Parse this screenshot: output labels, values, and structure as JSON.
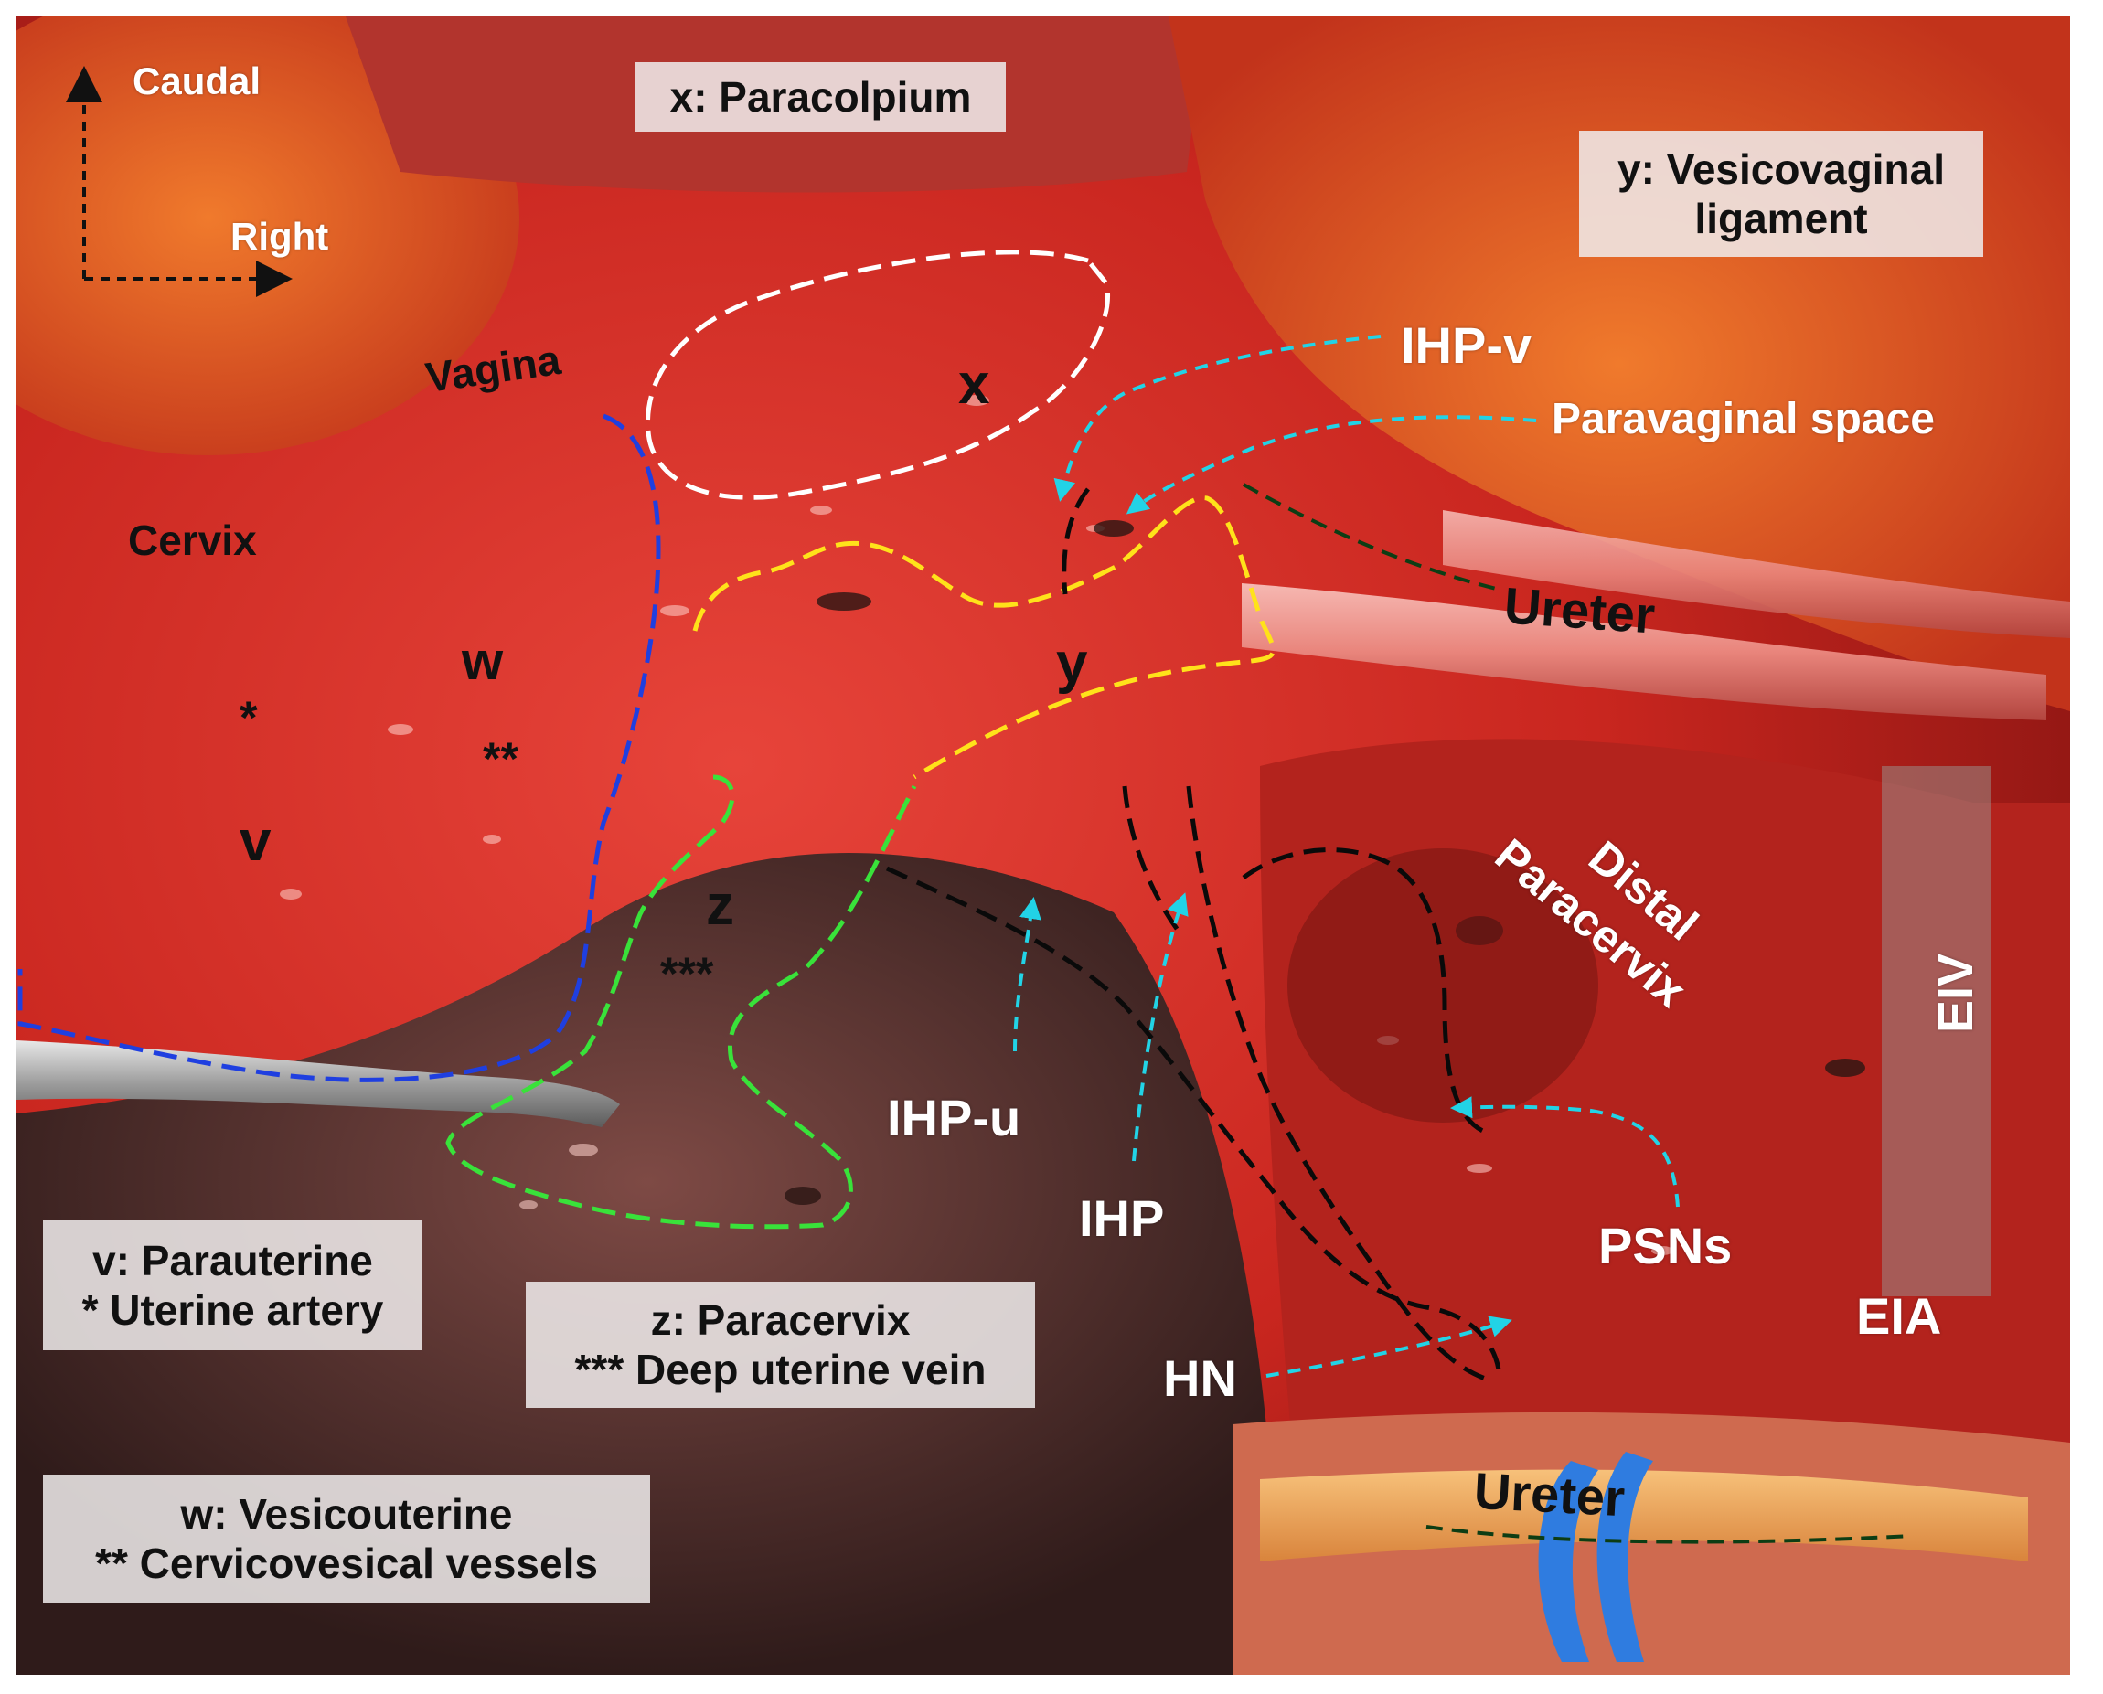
{
  "orientation": {
    "caudal": "Caudal",
    "right": "Right"
  },
  "legend_boxes": {
    "x": "x: Paracolpium",
    "y": {
      "line1": "y: Vesicovaginal",
      "line2": "ligament"
    },
    "v": {
      "line1": "v: Parauterine",
      "line2": "* Uterine artery"
    },
    "z": {
      "line1": "z: Paracervix",
      "line2": "*** Deep uterine vein"
    },
    "w": {
      "line1": "w: Vesicouterine",
      "line2": "** Cervicovesical vessels"
    }
  },
  "anatomy_labels": {
    "vagina": "Vagina",
    "cervix": "Cervix",
    "w": "w",
    "single_star": "*",
    "double_star": "**",
    "v": "v",
    "x": "x",
    "y": "y",
    "z": "z",
    "triple_star": "***",
    "ihp_v": "IHP-v",
    "paravaginal_space": "Paravaginal space",
    "ureter_top": "Ureter",
    "distal_paracervix_line1": "Distal",
    "distal_paracervix_line2": "Paracervix",
    "eiv": "EIV",
    "ihp_u": "IHP-u",
    "ihp": "IHP",
    "psns": "PSNs",
    "eia": "EIA",
    "hn": "HN",
    "ureter_bottom": "Ureter"
  },
  "colors": {
    "blue_outline": "#1f3fe0",
    "white_outline": "#ffffff",
    "yellow_outline": "#ffe21a",
    "green_outline": "#39e23a",
    "black_outline": "#0a0a0a",
    "cyan_arrow": "#22d3e6",
    "ureter_line": "#0d3d14"
  }
}
